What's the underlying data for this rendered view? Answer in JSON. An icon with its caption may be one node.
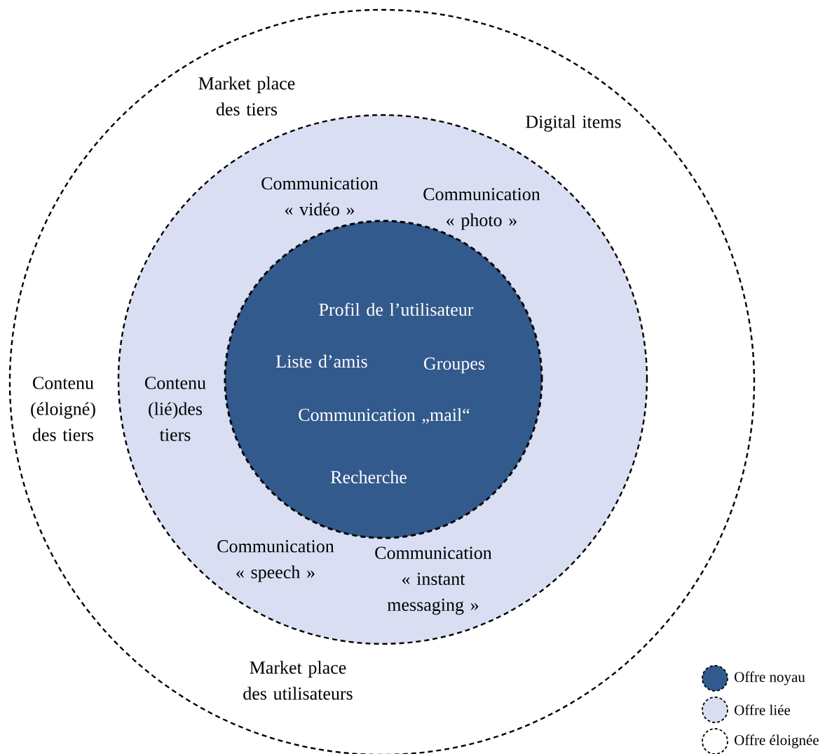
{
  "diagram": {
    "nodes": [
      {
        "text": [
          "Market place des tiers",
          "Digital items",
          "Contenu (éloigné) des tiers",
          "Market place des utilisateurs"
        ]
      },
      {
        "text": [
          "Communication « vidéo »",
          "Communication « photo »",
          "Contenu (lié)des tiers",
          "Communication « speech »",
          "Communication « instant messaging »"
        ],
        "in": 0
      },
      {
        "text": [
          "Profil de l’utilisateur",
          "Liste d’amis",
          "Groupes",
          "Communication „mail“",
          "Recherche"
        ],
        "in": 1
      }
    ],
    "legend": [
      {
        "text": "Offre noyau",
        "color": "#335a8c"
      },
      {
        "text": "Offre liée",
        "color": "#d9def3"
      },
      {
        "text": "Offre éloignée"
      }
    ]
  }
}
